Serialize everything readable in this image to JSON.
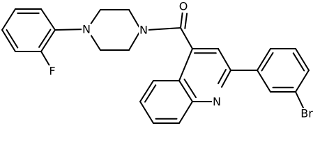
{
  "molecule": {
    "atoms": {
      "oxygen": "O",
      "piperazine_n_left": "N",
      "piperazine_n_right": "N",
      "fluorine": "F",
      "quinoline_n": "N",
      "bromine": "Br"
    },
    "colors": {
      "bond": "#000000",
      "background": "#ffffff"
    }
  }
}
